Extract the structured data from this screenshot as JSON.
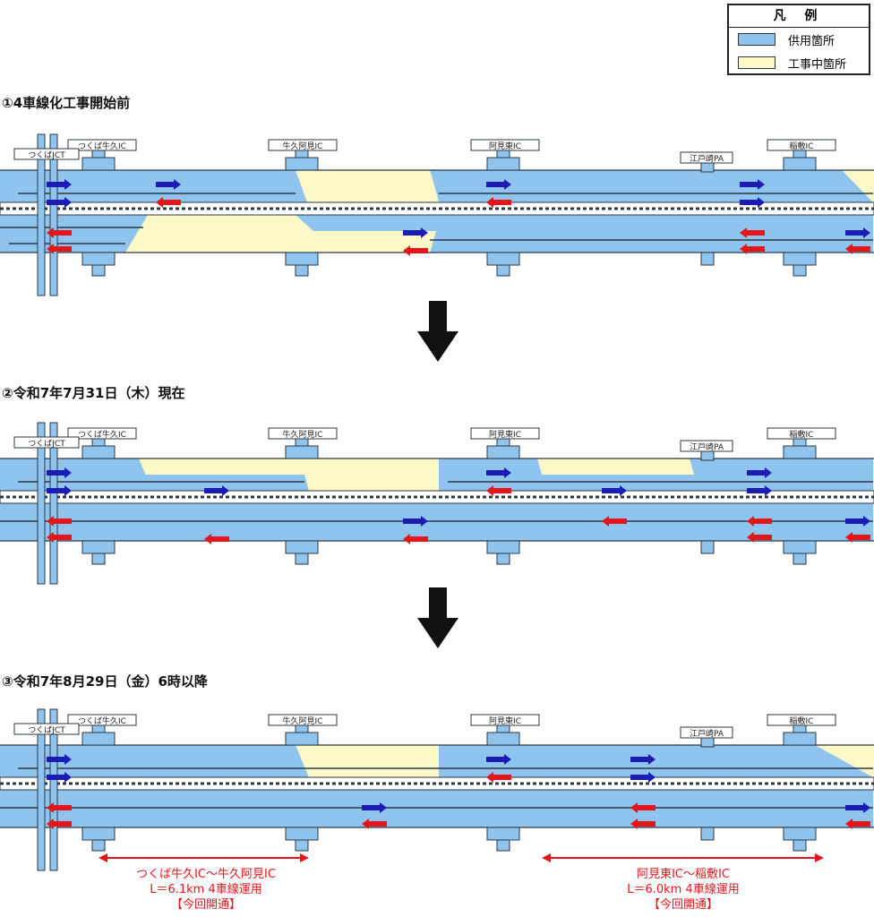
{
  "legend": {
    "title": "凡 例",
    "items": [
      {
        "label": "供用箇所",
        "color": "#8ec4ee"
      },
      {
        "label": "工事中箇所",
        "color": "#fdf8c8"
      }
    ]
  },
  "colors": {
    "in_use": "#8ec4ee",
    "construction": "#fdf8c8",
    "arrow_up": "#1c1cb4",
    "arrow_down": "#e8141b",
    "outline": "#2c3744",
    "annotation": "#e8141b"
  },
  "interchanges": {
    "tsukuba_jct": "つくばJCT",
    "tsukuba_ushiku": "つくば牛久IC",
    "ushiku_ami": "牛久阿見IC",
    "ami_higashi": "阿見東IC",
    "edosaki_pa": "江戸崎PA",
    "inashiki": "稲敷IC"
  },
  "sections": [
    {
      "title": "①4車線化工事開始前"
    },
    {
      "title": "②令和7年7月31日（木）現在"
    },
    {
      "title": "③令和7年8月29日（金）6時以降",
      "annotations": [
        {
          "line1": "つくば牛久IC～牛久阿見IC",
          "line2": "L＝6.1km 4車線運用",
          "line3": "【今回開通】"
        },
        {
          "line1": "阿見東IC～稲敷IC",
          "line2": "L＝6.0km 4車線運用",
          "line3": "【今回開通】"
        }
      ]
    }
  ]
}
